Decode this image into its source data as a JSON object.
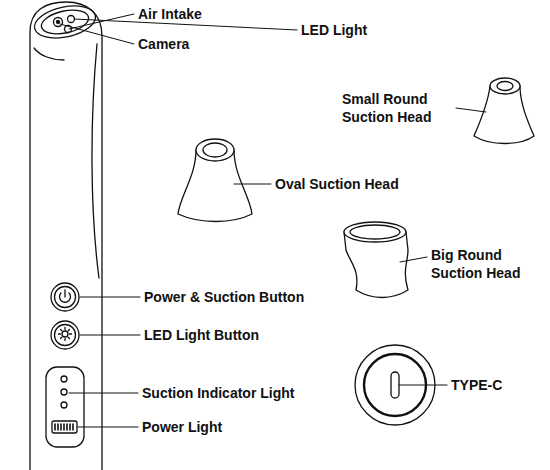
{
  "diagram": {
    "labels": [
      "Air Intake",
      "LED Light",
      "Camera",
      "Small Round Suction Head",
      "Oval Suction Head",
      "Big Round Suction Head",
      "Power & Suction Button",
      "LED Light Button",
      "Suction Indicator Light",
      "Power Light",
      "TYPE-C"
    ]
  }
}
